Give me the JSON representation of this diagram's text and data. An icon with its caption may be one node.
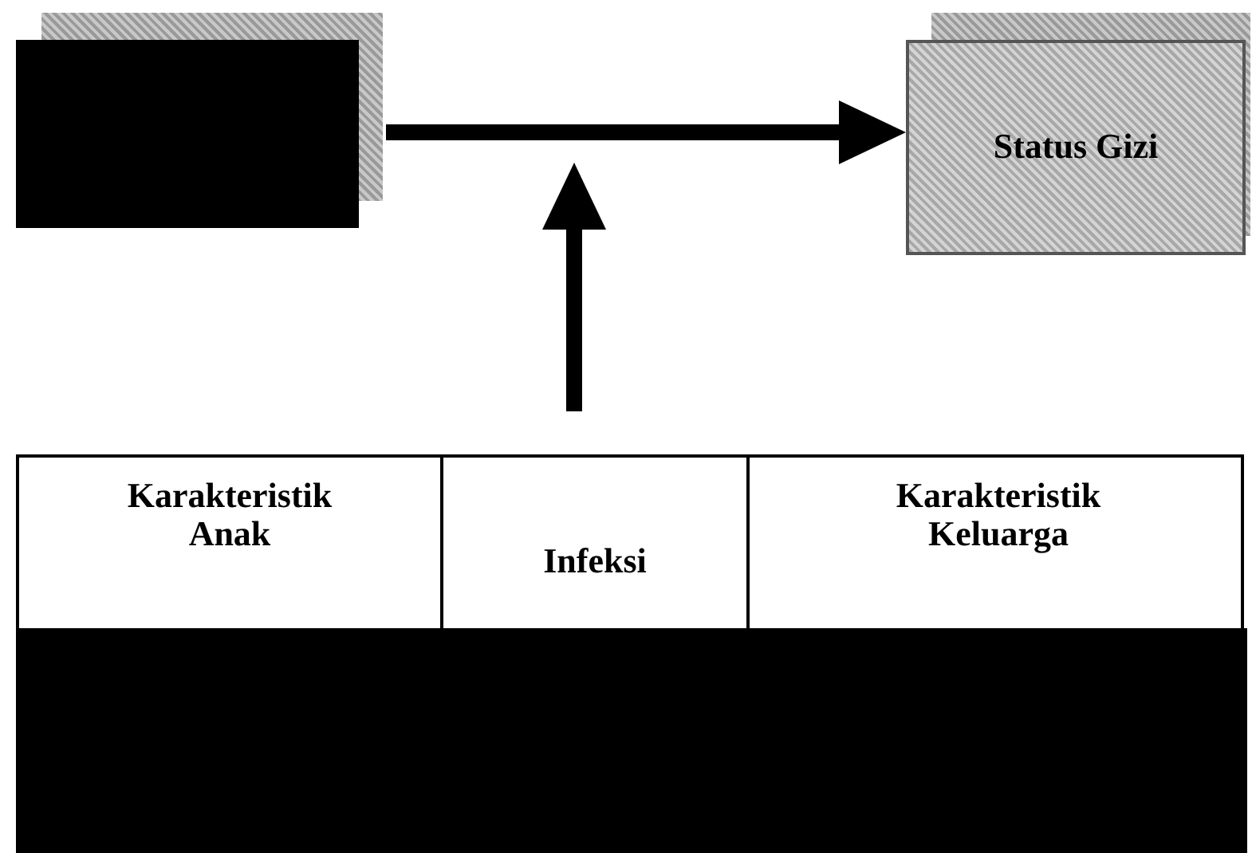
{
  "diagram": {
    "nodes": [
      {
        "text": [],
        "shape": "box"
      },
      {
        "text": [
          "Status Gizi"
        ]
      },
      {
        "text": [],
        "shape": "box"
      },
      {
        "text": [
          "Karakteristik Anak"
        ],
        "in": 2
      },
      {
        "text": [
          "Infeksi"
        ],
        "in": 2
      },
      {
        "text": [
          "Karakteristik Keluarga"
        ],
        "in": 2
      },
      {
        "text": [],
        "shape": "bar",
        "in": 2
      }
    ],
    "edges": [
      {
        "from": 0,
        "to": 1,
        "arrow": "to"
      },
      {
        "from": 2,
        "to": null,
        "arrow": "to"
      }
    ]
  }
}
